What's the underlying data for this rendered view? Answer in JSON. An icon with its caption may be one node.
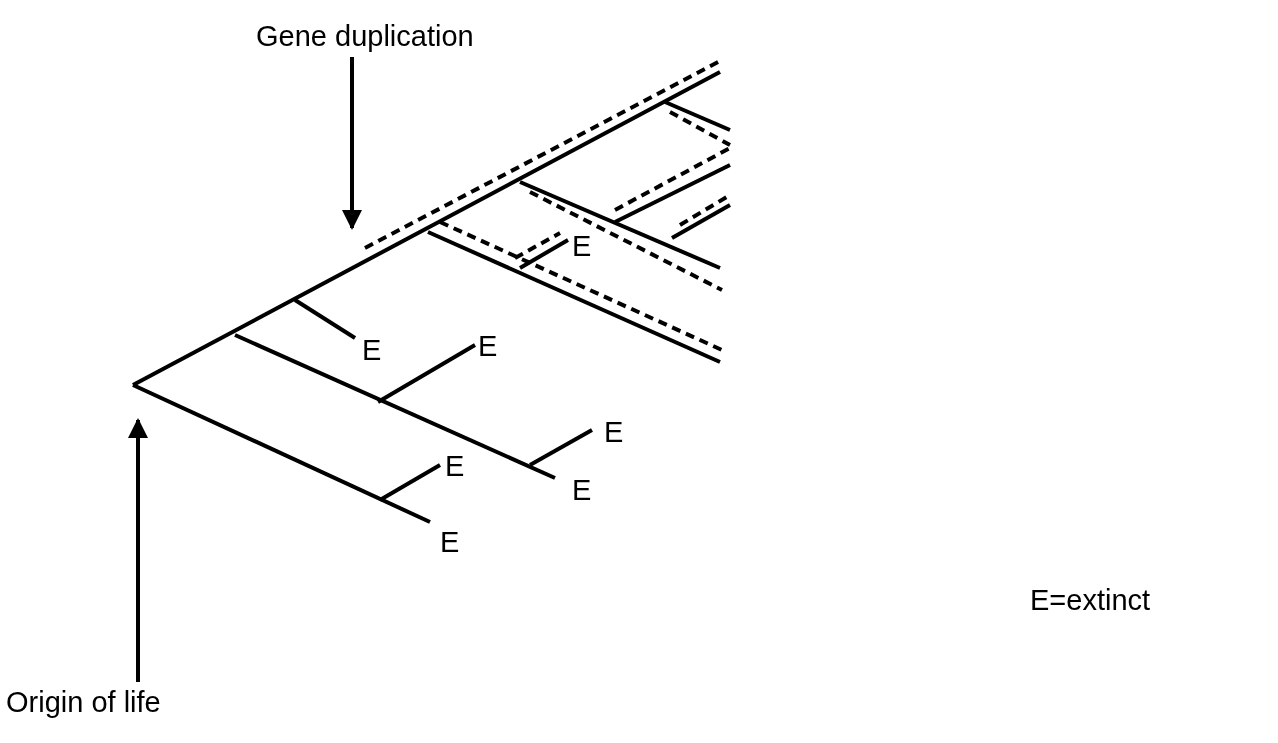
{
  "diagram": {
    "nodes": [
      {
        "text": [
          "Gene duplication"
        ]
      },
      {
        "text": [
          "Origin of life"
        ]
      }
    ],
    "edges": [
      {
        "from": 0,
        "to": null,
        "arrow": "to"
      },
      {
        "from": 1,
        "to": null,
        "arrow": "to"
      }
    ],
    "labels": [
      "E",
      "E",
      "E",
      "E",
      "E",
      "E",
      "E",
      "E=extinct"
    ]
  }
}
